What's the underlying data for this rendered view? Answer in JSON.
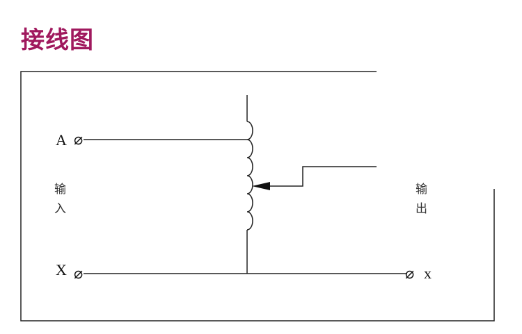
{
  "title": "接线图",
  "diagram": {
    "terminal_A": "A",
    "terminal_X": "X",
    "terminal_x": "x",
    "terminal_symbol": "⌀",
    "input_label": [
      "输",
      "入"
    ],
    "output_label": [
      "输",
      "出"
    ]
  },
  "colors": {
    "title": "#a0195e",
    "line": "#222222"
  }
}
